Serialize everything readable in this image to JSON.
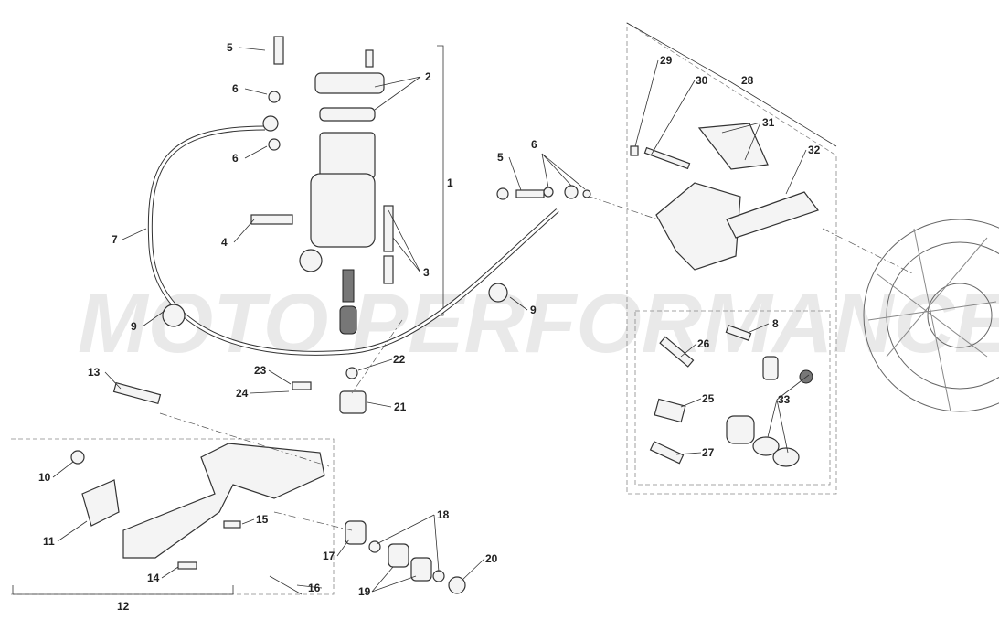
{
  "watermark": "MOTO PERFORMANCE",
  "callouts": {
    "c5a": "5",
    "c6a": "6",
    "c6b": "6",
    "c7": "7",
    "c4": "4",
    "c9a": "9",
    "c2": "2",
    "c1": "1",
    "c3": "3",
    "c22": "22",
    "c23": "23",
    "c24": "24",
    "c21": "21",
    "c13": "13",
    "c10": "10",
    "c11": "11",
    "c15": "15",
    "c14": "14",
    "c12": "12",
    "c16": "16",
    "c17": "17",
    "c18": "18",
    "c19": "19",
    "c20": "20",
    "c5b": "5",
    "c6c": "6",
    "c9b": "9",
    "c29": "29",
    "c30": "30",
    "c28": "28",
    "c31": "31",
    "c32": "32",
    "c8": "8",
    "c26": "26",
    "c25": "25",
    "c33": "33",
    "c27": "27"
  }
}
